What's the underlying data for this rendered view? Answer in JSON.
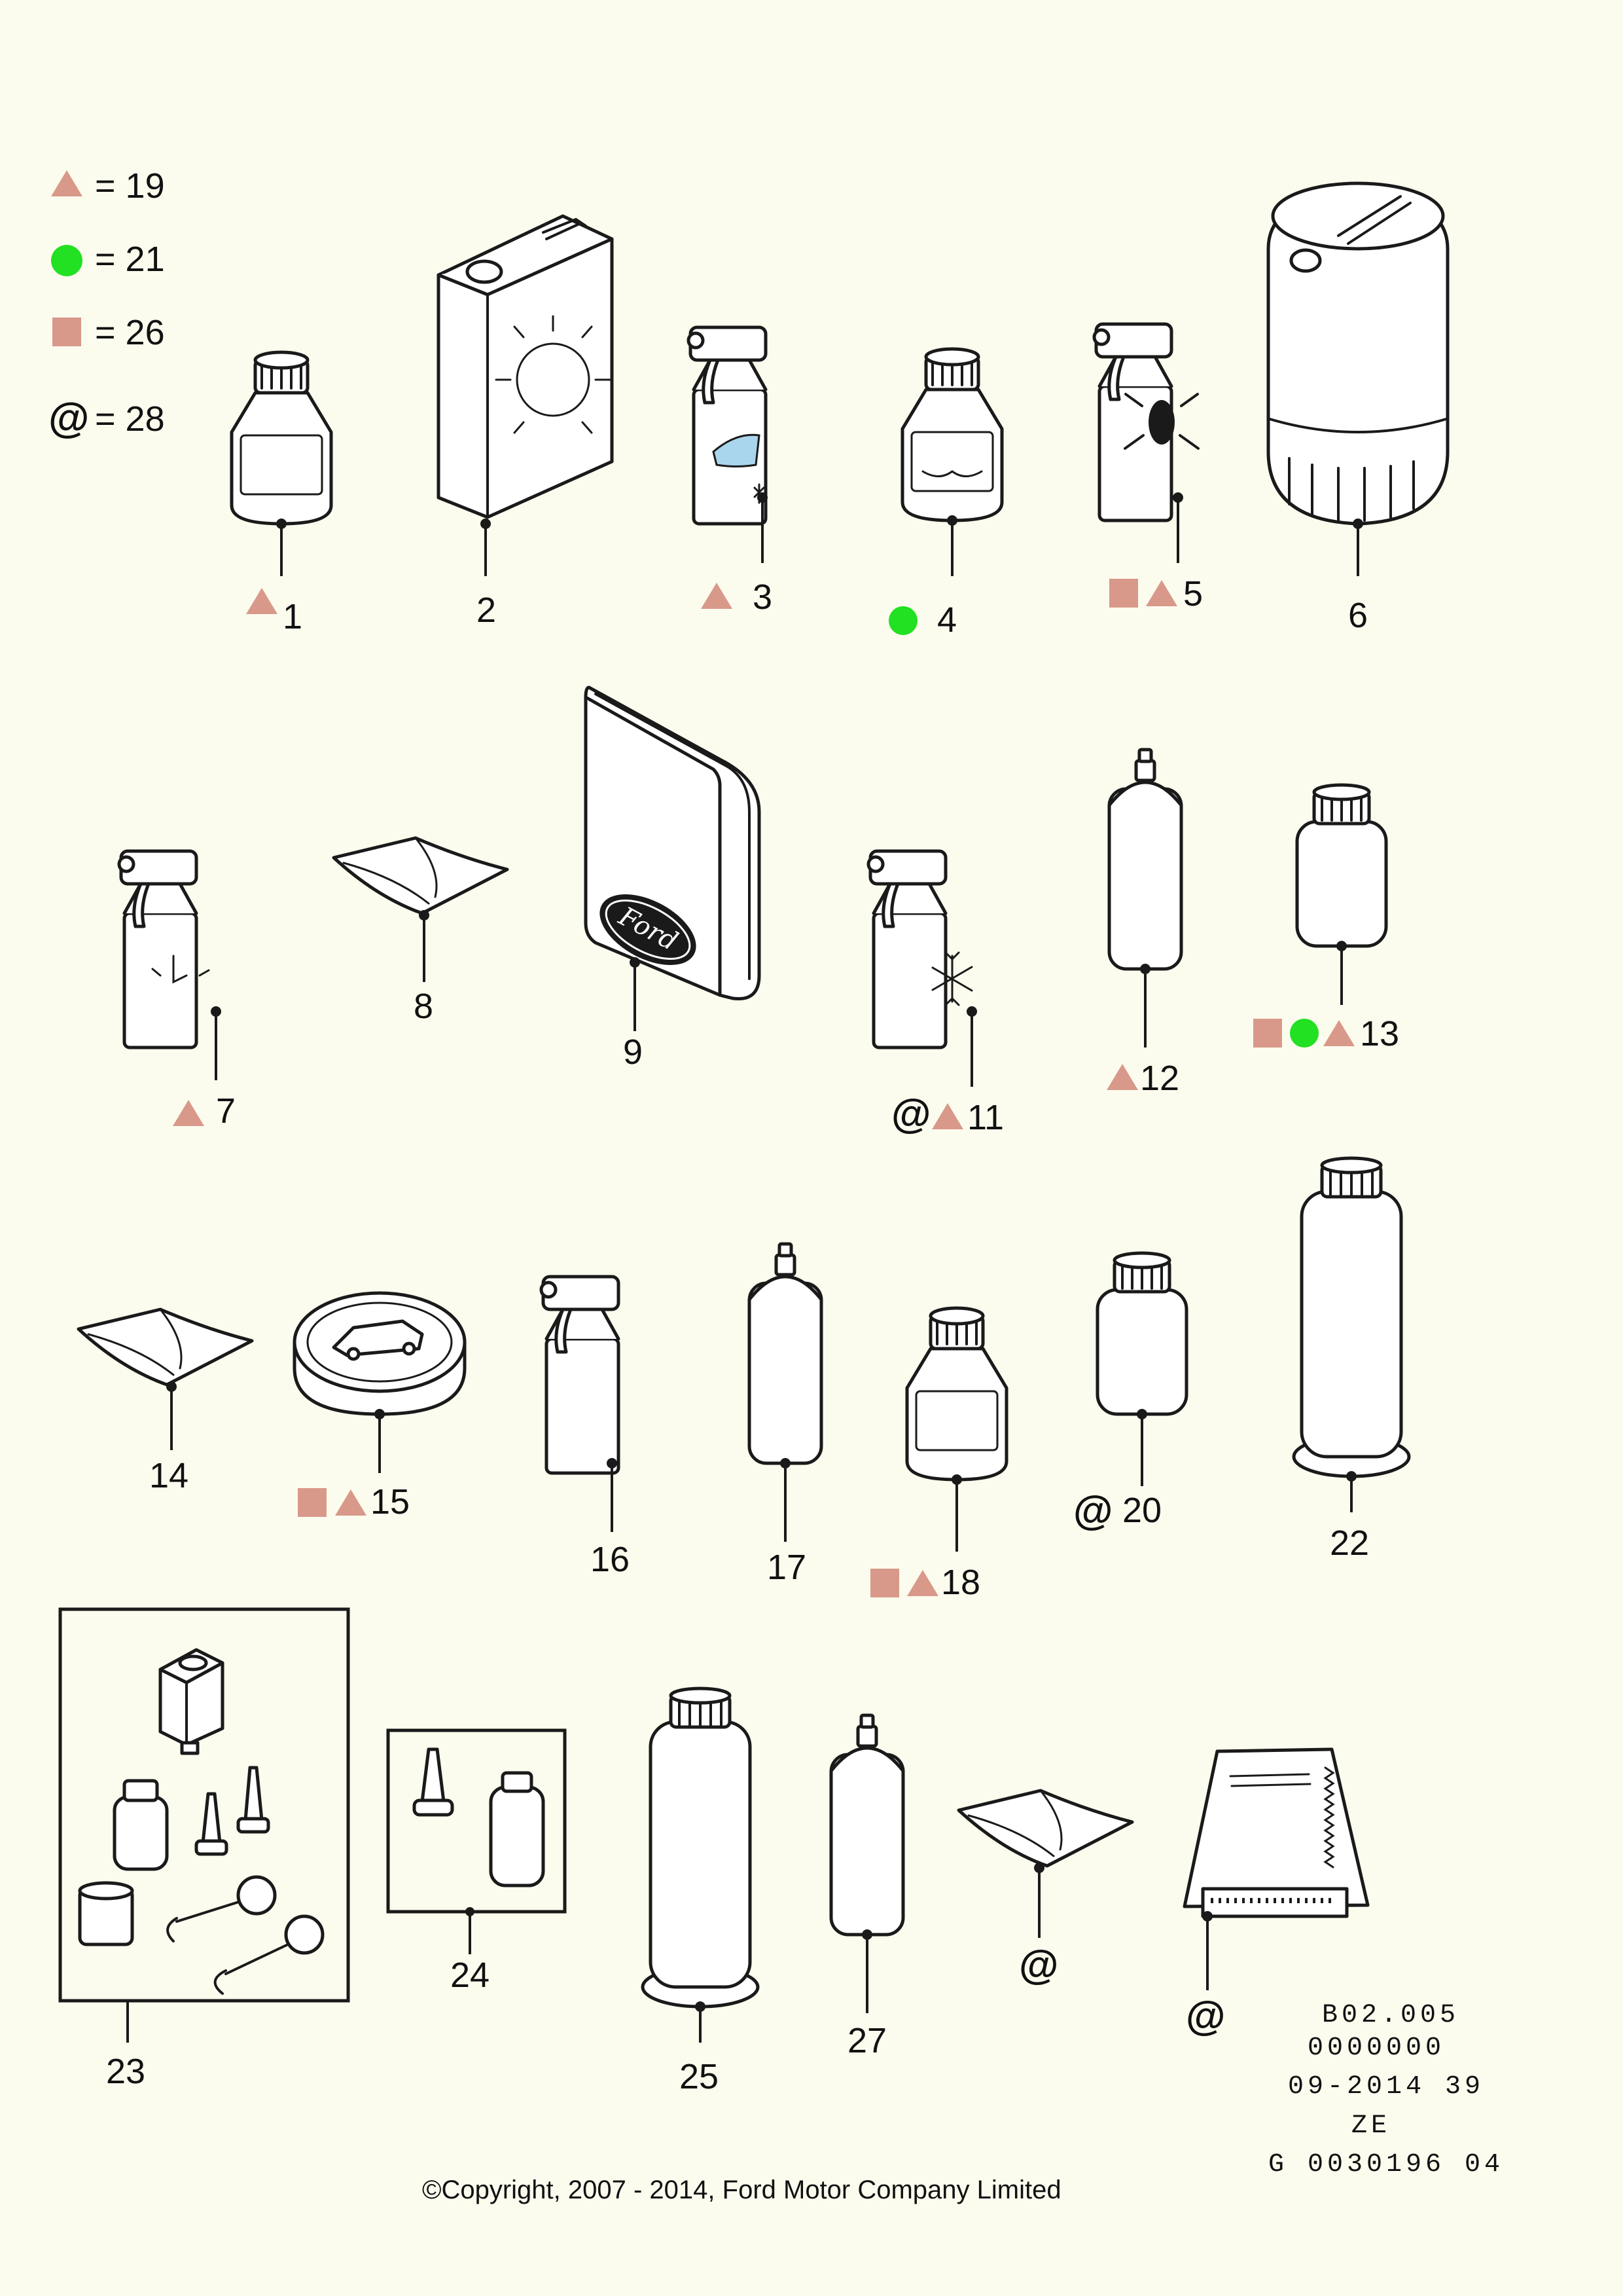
{
  "legend": {
    "items": [
      {
        "symbol": "triangle",
        "text": "= 19"
      },
      {
        "symbol": "circle",
        "text": "= 21"
      },
      {
        "symbol": "square",
        "text": "= 26"
      },
      {
        "symbol": "at",
        "text": "= 28"
      }
    ],
    "colors": {
      "triangle": "#d9998a",
      "square": "#d9998a",
      "circle": "#22e022"
    }
  },
  "parts": [
    {
      "number": "1",
      "icon": "bottle-icon",
      "symbols": [
        "triangle"
      ]
    },
    {
      "number": "2",
      "icon": "canister-icon",
      "symbols": []
    },
    {
      "number": "3",
      "icon": "spray-bottle-icon",
      "symbols": [
        "triangle"
      ]
    },
    {
      "number": "4",
      "icon": "bottle-icon",
      "symbols": [
        "circle"
      ]
    },
    {
      "number": "5",
      "icon": "spray-bottle-icon",
      "symbols": [
        "square",
        "triangle"
      ]
    },
    {
      "number": "6",
      "icon": "drum-icon",
      "symbols": []
    },
    {
      "number": "7",
      "icon": "spray-bottle-icon",
      "symbols": [
        "triangle"
      ]
    },
    {
      "number": "8",
      "icon": "cloth-icon",
      "symbols": []
    },
    {
      "number": "9",
      "icon": "folder-icon",
      "symbols": []
    },
    {
      "number": "11",
      "icon": "spray-bottle-icon",
      "symbols": [
        "at",
        "triangle"
      ]
    },
    {
      "number": "12",
      "icon": "aerosol-can-icon",
      "symbols": [
        "triangle"
      ]
    },
    {
      "number": "13",
      "icon": "jar-icon",
      "symbols": [
        "square",
        "circle",
        "triangle"
      ]
    },
    {
      "number": "14",
      "icon": "cloth-icon",
      "symbols": []
    },
    {
      "number": "15",
      "icon": "wax-tin-icon",
      "symbols": [
        "square",
        "triangle"
      ]
    },
    {
      "number": "16",
      "icon": "spray-bottle-icon",
      "symbols": []
    },
    {
      "number": "17",
      "icon": "aerosol-can-icon",
      "symbols": []
    },
    {
      "number": "18",
      "icon": "bottle-icon",
      "symbols": [
        "square",
        "triangle"
      ]
    },
    {
      "number": "20",
      "icon": "jar-icon",
      "symbols": [
        "at"
      ]
    },
    {
      "number": "22",
      "icon": "tall-bottle-icon",
      "symbols": []
    },
    {
      "number": "23",
      "icon": "kit-icon",
      "symbols": []
    },
    {
      "number": "24",
      "icon": "kit-icon",
      "symbols": []
    },
    {
      "number": "25",
      "icon": "tall-bottle-icon",
      "symbols": []
    },
    {
      "number": "27",
      "icon": "aerosol-can-icon",
      "symbols": []
    },
    {
      "number": "",
      "icon": "cloth-icon",
      "symbols": [
        "at"
      ]
    },
    {
      "number": "",
      "icon": "ice-scraper-icon",
      "symbols": [
        "at"
      ]
    }
  ],
  "reference": [
    "B02.005",
    "0000000",
    "09-2014 39",
    "ZE",
    "G 0030196 04"
  ],
  "copyright": "©Copyright, 2007 - 2014, Ford Motor Company Limited",
  "folder_logo_text": "Ford"
}
